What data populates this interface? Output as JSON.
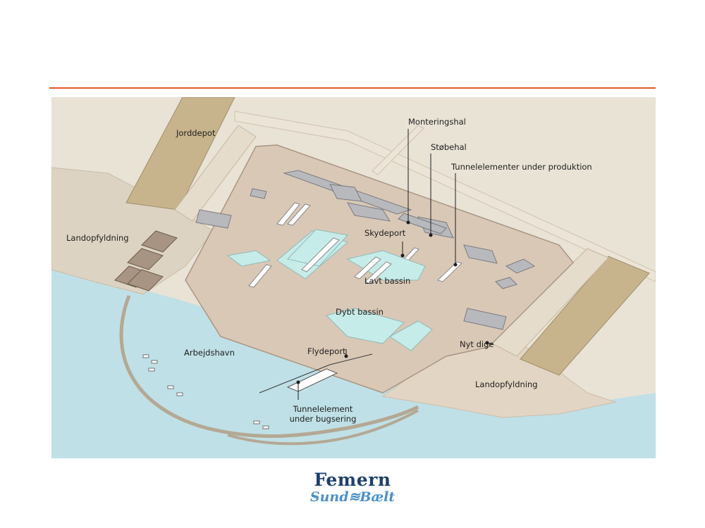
{
  "labels": {
    "jorddepot": "Jorddepot",
    "monteringshal": "Monteringshal",
    "stobehal": "Støbehal",
    "tunnelelementer_produktion": "Tunnelelementer under produktion",
    "landopfyldning_left": "Landopfyldning",
    "skydeport": "Skydeport",
    "lavt_bassin": "Lavt bassin",
    "dybt_bassin": "Dybt bassin",
    "arbejdshavn": "Arbejdshavn",
    "flydeport": "Flydeport",
    "nyt_dige": "Nyt dige",
    "landopfyldning_right": "Landopfyldning",
    "tunnelelement_line1": "Tunnelelement",
    "tunnelelement_line2": "under bugsering"
  },
  "logo": {
    "line1": "Femern",
    "line2": "Sund≋Bælt"
  },
  "colors": {
    "accent_rule": "#e0572c",
    "water": "#bfe0e6",
    "basin_water": "#c6ece9",
    "land": "#e0d2c2",
    "depot": "#c7b48d",
    "logo_dark": "#1d3f6e",
    "logo_light": "#4a90c8"
  }
}
